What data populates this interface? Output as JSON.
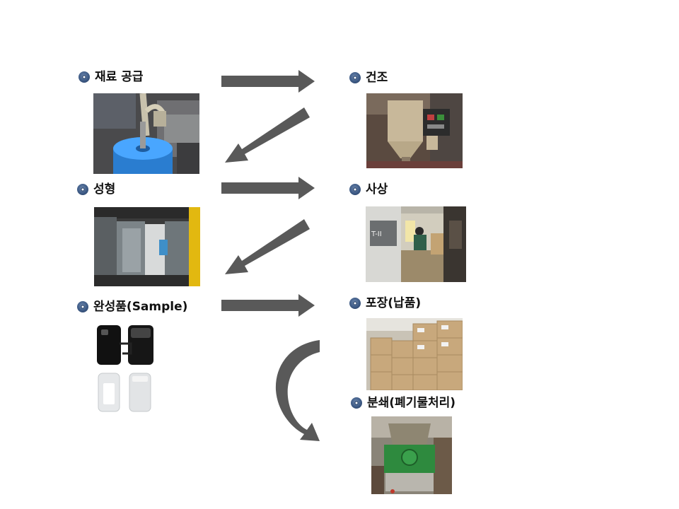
{
  "colors": {
    "arrow": "#595959",
    "bullet": "#3d5a85",
    "text": "#111111"
  },
  "steps": {
    "material": {
      "label": "재료 공급",
      "icon": "bullet-circle-icon"
    },
    "dry": {
      "label": "건조",
      "icon": "bullet-circle-icon"
    },
    "molding": {
      "label": "성형",
      "icon": "bullet-circle-icon"
    },
    "injection": {
      "label": "사상",
      "icon": "bullet-circle-icon"
    },
    "sample": {
      "label": "완성품(Sample)",
      "icon": "bullet-circle-icon"
    },
    "packing": {
      "label": "포장(납품)",
      "icon": "bullet-circle-icon"
    },
    "crushing": {
      "label": "분쇄(폐기물처리)",
      "icon": "bullet-circle-icon"
    }
  }
}
